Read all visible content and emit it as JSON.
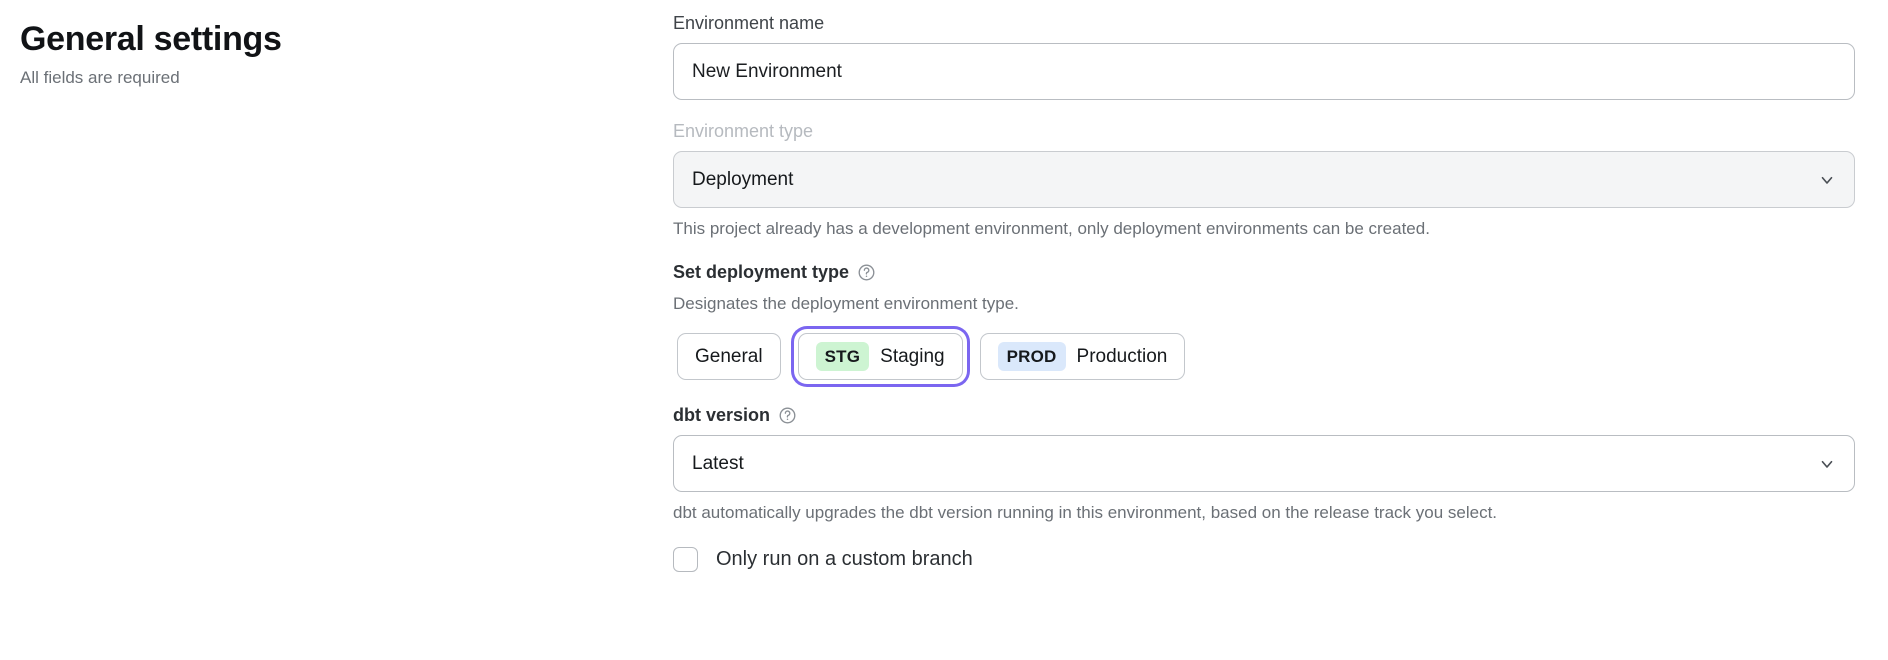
{
  "header": {
    "title": "General settings",
    "subtitle": "All fields are required"
  },
  "form": {
    "environment_name": {
      "label": "Environment name",
      "value": "New Environment",
      "placeholder": "Environment name"
    },
    "environment_type": {
      "label": "Environment type",
      "value": "Deployment",
      "hint": "This project already has a development environment, only deployment environments can be created.",
      "chevron_icon": "chevron-down-icon"
    },
    "deployment_type": {
      "label": "Set deployment type",
      "help_icon": "question-circle-icon",
      "hint": "Designates the deployment environment type.",
      "options": [
        {
          "badge": "",
          "label": "General",
          "selected": false,
          "badge_color": ""
        },
        {
          "badge": "STG",
          "label": "Staging",
          "selected": true,
          "badge_color": "#cdf4d2"
        },
        {
          "badge": "PROD",
          "label": "Production",
          "selected": false,
          "badge_color": "#dae8fb"
        }
      ],
      "focus_ring_color": "#7b66f0"
    },
    "dbt_version": {
      "label": "dbt version",
      "help_icon": "question-circle-icon",
      "value": "Latest",
      "hint": "dbt automatically upgrades the dbt version running in this environment, based on the release track you select.",
      "chevron_icon": "chevron-down-icon"
    },
    "custom_branch": {
      "label": "Only run on a custom branch",
      "checked": false
    }
  }
}
